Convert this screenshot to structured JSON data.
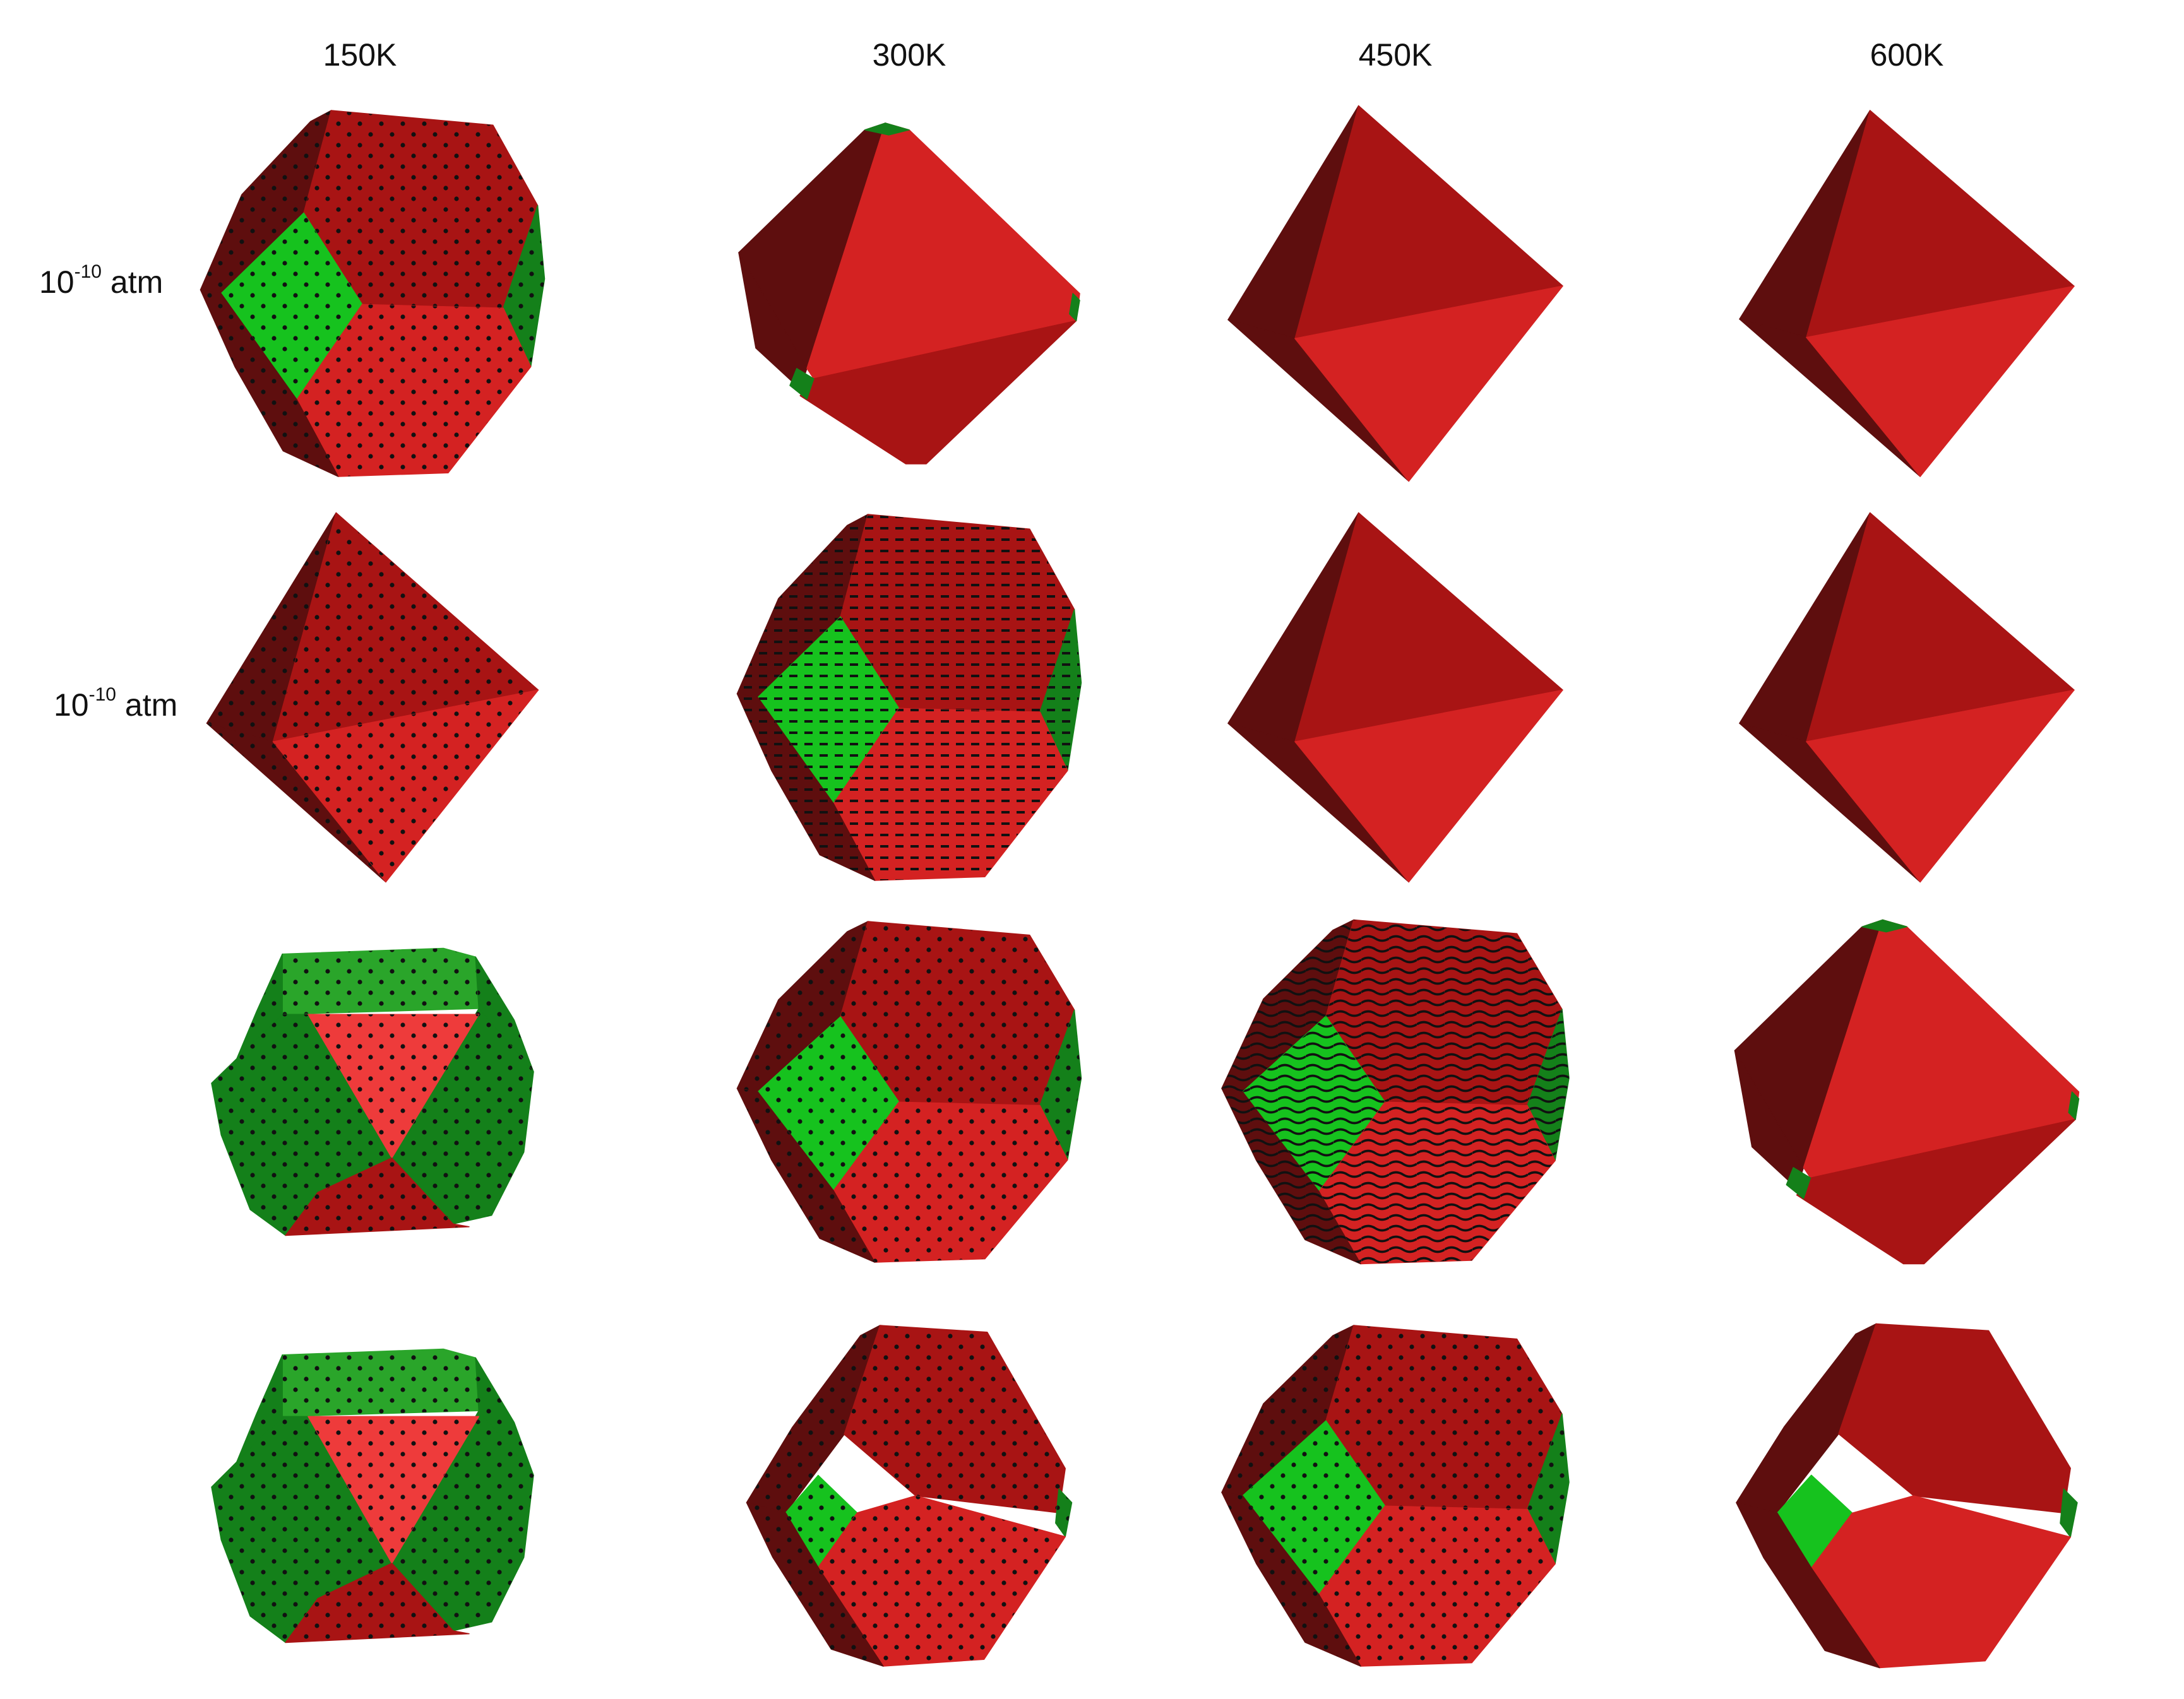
{
  "columns": [
    "150K",
    "300K",
    "450K",
    "600K"
  ],
  "row_labels": [
    {
      "base": "10",
      "exponent": "-10",
      "unit": "atm"
    },
    {
      "base": "10",
      "exponent": "-10",
      "unit": "atm"
    }
  ],
  "colors": {
    "red_light": "#d42222",
    "red_mid": "#a81414",
    "red_dark": "#5e0e0e",
    "red_bright": "#ee3b3b",
    "green_light": "#16c21e",
    "green_mid": "#2aa52a",
    "green_dark": "#14801a"
  },
  "crystals": [
    {
      "row": 0,
      "col": 0,
      "shape": "truncated-octahedron",
      "texture": "dots"
    },
    {
      "row": 0,
      "col": 1,
      "shape": "octahedron-truncated-tips",
      "texture": "none"
    },
    {
      "row": 0,
      "col": 2,
      "shape": "octahedron",
      "texture": "none"
    },
    {
      "row": 0,
      "col": 3,
      "shape": "octahedron",
      "texture": "none"
    },
    {
      "row": 1,
      "col": 0,
      "shape": "octahedron",
      "texture": "dots"
    },
    {
      "row": 1,
      "col": 1,
      "shape": "truncated-octahedron",
      "texture": "dashes"
    },
    {
      "row": 1,
      "col": 2,
      "shape": "octahedron",
      "texture": "none"
    },
    {
      "row": 1,
      "col": 3,
      "shape": "octahedron",
      "texture": "none"
    },
    {
      "row": 2,
      "col": 0,
      "shape": "green-truncated",
      "texture": "dots"
    },
    {
      "row": 2,
      "col": 1,
      "shape": "truncated-octahedron",
      "texture": "dots"
    },
    {
      "row": 2,
      "col": 2,
      "shape": "truncated-octahedron",
      "texture": "waves"
    },
    {
      "row": 2,
      "col": 3,
      "shape": "octahedron-truncated-tips",
      "texture": "none"
    },
    {
      "row": 3,
      "col": 0,
      "shape": "green-truncated",
      "texture": "dots"
    },
    {
      "row": 3,
      "col": 1,
      "shape": "truncated-octahedron-small",
      "texture": "dots"
    },
    {
      "row": 3,
      "col": 2,
      "shape": "truncated-octahedron",
      "texture": "dots"
    },
    {
      "row": 3,
      "col": 3,
      "shape": "truncated-octahedron-small",
      "texture": "none"
    }
  ]
}
